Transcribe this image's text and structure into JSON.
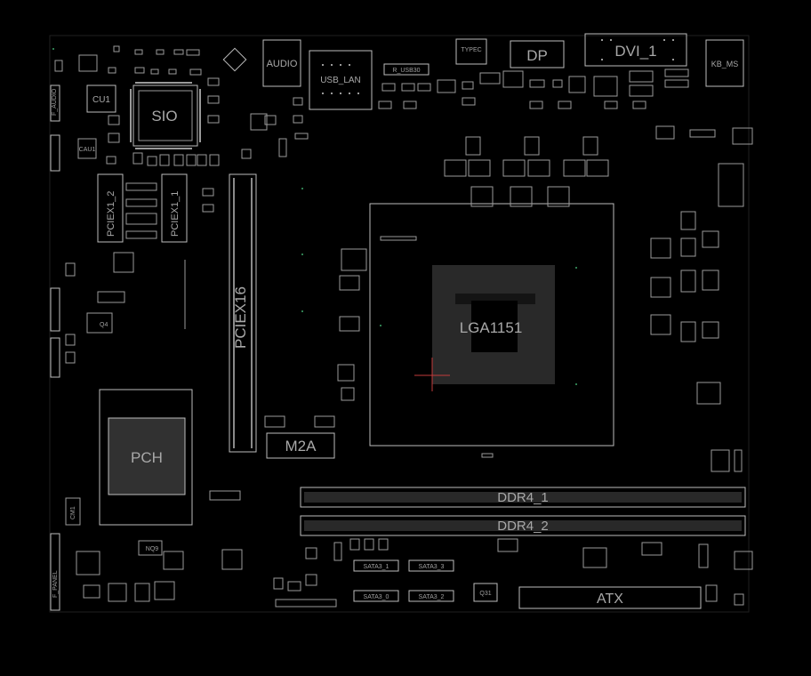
{
  "board": {
    "labels": {
      "audio": "AUDIO",
      "usb_lan": "USB_LAN",
      "dp": "DP",
      "dvi": "DVI_1",
      "kb_ms": "KB_MS",
      "typec": "TYPEC",
      "r_usb30": "R_USB30",
      "sio": "SIO",
      "cu1": "CU1",
      "pciex1_2": "PCIEX1_2",
      "pciex1_1": "PCIEX1_1",
      "pciex16": "PCIEX16",
      "m2a": "M2A",
      "cpu_socket": "LGA1151",
      "pch": "PCH",
      "q4": "Q4",
      "ddr4_1": "DDR4_1",
      "ddr4_2": "DDR4_2",
      "atx": "ATX",
      "sata3_1": "SATA3_1",
      "sata3_3": "SATA3_3",
      "sata3_0": "SATA3_0",
      "sata3_2": "SATA3_2",
      "f_panel": "F_PANEL",
      "q31": "Q31",
      "nq9": "NQ9",
      "cm1": "CM1"
    }
  }
}
